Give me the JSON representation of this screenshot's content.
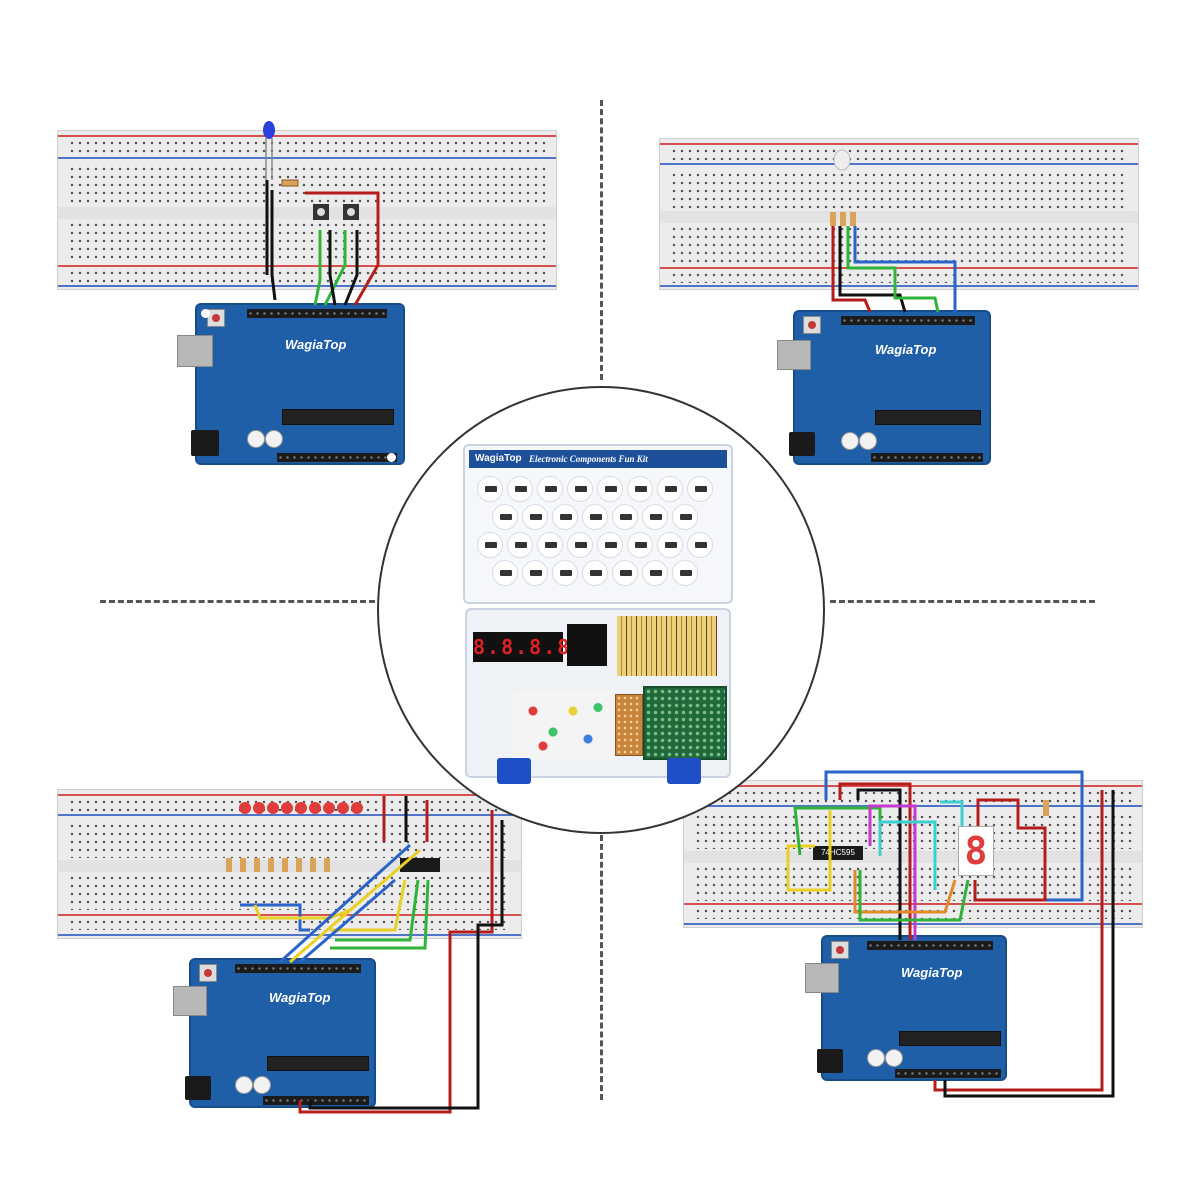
{
  "boards": [
    {
      "id": "top-left",
      "brand": "WagiaTop"
    },
    {
      "id": "top-right",
      "brand": "WagiaTop"
    },
    {
      "id": "bottom-left",
      "brand": "WagiaTop"
    },
    {
      "id": "bottom-right",
      "brand": "WagiaTop"
    }
  ],
  "kit": {
    "brand": "WagiaTop",
    "title": "Electronic Components Fun Kit",
    "display_digits": "8.8.8.8."
  },
  "shift_register_label": "74HC595",
  "seven_segment_digit": "8",
  "colors": {
    "board_blue": "#1f5fa8",
    "breadboard": "#ececec",
    "wire_red": "#b51d1d",
    "wire_black": "#111111",
    "wire_green": "#2fb43a",
    "wire_blue": "#2a63c9",
    "wire_yellow": "#e8cf25",
    "wire_orange": "#e08a2a",
    "wire_magenta": "#c43ad0",
    "wire_cyan": "#3ad0d0",
    "led_red": "#e03c3c",
    "led_blue": "#2a3fdc"
  }
}
